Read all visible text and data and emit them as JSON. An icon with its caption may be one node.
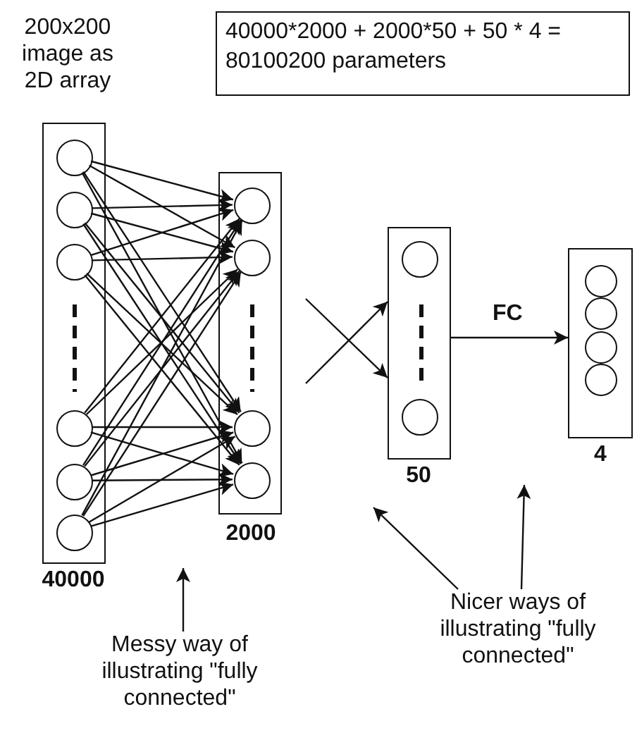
{
  "diagram": {
    "nodes": [
      {
        "text": [],
        "shape": "box",
        "beside": [
          "40000"
        ]
      },
      {
        "text": [],
        "shape": "circle",
        "in": 0
      },
      {
        "text": [],
        "shape": "circle",
        "in": 0
      },
      {
        "text": [],
        "shape": "circle",
        "in": 0
      },
      {
        "text": [],
        "shape": "circle",
        "in": 0
      },
      {
        "text": [],
        "shape": "circle",
        "in": 0
      },
      {
        "text": [],
        "shape": "circle",
        "in": 0
      },
      {
        "text": [],
        "shape": "box",
        "beside": [
          "2000"
        ]
      },
      {
        "text": [],
        "shape": "circle",
        "in": 7
      },
      {
        "text": [],
        "shape": "circle",
        "in": 7
      },
      {
        "text": [],
        "shape": "circle",
        "in": 7
      },
      {
        "text": [],
        "shape": "circle",
        "in": 7
      },
      {
        "text": [],
        "shape": "box",
        "beside": [
          "50"
        ]
      },
      {
        "text": [],
        "shape": "circle",
        "in": 12
      },
      {
        "text": [],
        "shape": "circle",
        "in": 12
      },
      {
        "text": [],
        "shape": "box",
        "beside": [
          "4"
        ]
      },
      {
        "text": [],
        "shape": "circle",
        "in": 15
      },
      {
        "text": [],
        "shape": "circle",
        "in": 15
      },
      {
        "text": [],
        "shape": "circle",
        "in": 15
      },
      {
        "text": [],
        "shape": "circle",
        "in": 15
      },
      {
        "text": [
          "40000*2000 + 2000*50 + 50 * 4 = 80100200 parameters"
        ]
      },
      {
        "text": [
          "Messy way of illustrating \"fully connected\""
        ]
      },
      {
        "text": [
          "Nicer ways of illustrating \"fully connected\""
        ]
      }
    ],
    "edges": [
      {
        "from": 1,
        "to": 8,
        "arrow": "to"
      },
      {
        "from": 1,
        "to": 9,
        "arrow": "to"
      },
      {
        "from": 1,
        "to": 10,
        "arrow": "to"
      },
      {
        "from": 1,
        "to": 11,
        "arrow": "to"
      },
      {
        "from": 2,
        "to": 8,
        "arrow": "to"
      },
      {
        "from": 2,
        "to": 9,
        "arrow": "to"
      },
      {
        "from": 2,
        "to": 10,
        "arrow": "to"
      },
      {
        "from": 2,
        "to": 11,
        "arrow": "to"
      },
      {
        "from": 3,
        "to": 8,
        "arrow": "to"
      },
      {
        "from": 3,
        "to": 9,
        "arrow": "to"
      },
      {
        "from": 3,
        "to": 10,
        "arrow": "to"
      },
      {
        "from": 3,
        "to": 11,
        "arrow": "to"
      },
      {
        "from": 4,
        "to": 8,
        "arrow": "to"
      },
      {
        "from": 4,
        "to": 9,
        "arrow": "to"
      },
      {
        "from": 4,
        "to": 10,
        "arrow": "to"
      },
      {
        "from": 4,
        "to": 11,
        "arrow": "to"
      },
      {
        "from": 5,
        "to": 8,
        "arrow": "to"
      },
      {
        "from": 5,
        "to": 9,
        "arrow": "to"
      },
      {
        "from": 5,
        "to": 10,
        "arrow": "to"
      },
      {
        "from": 5,
        "to": 11,
        "arrow": "to"
      },
      {
        "from": 6,
        "to": 8,
        "arrow": "to"
      },
      {
        "from": 6,
        "to": 9,
        "arrow": "to"
      },
      {
        "from": 6,
        "to": 10,
        "arrow": "to"
      },
      {
        "from": 6,
        "to": 11,
        "arrow": "to"
      },
      {
        "from": null,
        "to": 12,
        "arrow": "to"
      },
      {
        "from": null,
        "to": 12,
        "arrow": "to"
      },
      {
        "from": 12,
        "to": 15,
        "arrow": "to",
        "label": "FC"
      },
      {
        "from": 21,
        "to": null,
        "arrow": "to"
      },
      {
        "from": 22,
        "to": null,
        "arrow": "to"
      },
      {
        "from": 22,
        "to": null,
        "arrow": "to"
      }
    ],
    "labels": [
      "200x200 image as 2D array"
    ]
  }
}
